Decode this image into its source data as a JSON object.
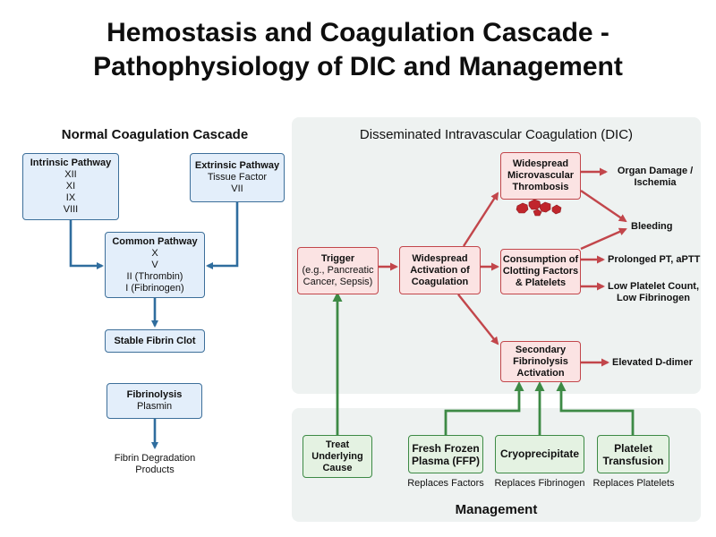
{
  "title_line1": "Hemostasis and Coagulation Cascade -",
  "title_line2": "Pathophysiology of DIC and Management",
  "normal": {
    "title": "Normal Coagulation Cascade",
    "intrinsic": {
      "title": "Intrinsic Pathway",
      "items": [
        "XII",
        "XI",
        "IX",
        "VIII"
      ]
    },
    "extrinsic": {
      "title": "Extrinsic Pathway",
      "items": [
        "Tissue Factor",
        "VII"
      ]
    },
    "common": {
      "title": "Common Pathway",
      "items": [
        "X",
        "V",
        "II (Thrombin)",
        "I (Fibrinogen)"
      ]
    },
    "clot": "Stable Fibrin Clot",
    "fibrinolysis": {
      "title": "Fibrinolysis",
      "item": "Plasmin"
    },
    "products": [
      "Fibrin Degradation",
      "Products"
    ]
  },
  "dic": {
    "title": "Disseminated Intravascular Coagulation (DIC)",
    "trigger": [
      "Trigger",
      "(e.g., Pancreatic",
      "Cancer, Sepsis)"
    ],
    "activation": [
      "Widespread",
      "Activation of",
      "Coagulation"
    ],
    "thrombosis": [
      "Widespread",
      "Microvascular",
      "Thrombosis"
    ],
    "consumption": [
      "Consumption of",
      "Clotting Factors",
      "& Platelets"
    ],
    "fibrinolysis": [
      "Secondary",
      "Fibrinolysis",
      "Activation"
    ],
    "outcomes": {
      "organ": [
        "Organ Damage /",
        "Ischemia"
      ],
      "bleeding": "Bleeding",
      "pt": "Prolonged PT, aPTT",
      "platelets": [
        "Low Platelet Count,",
        "Low Fibrinogen"
      ],
      "ddimer": "Elevated D-dimer"
    }
  },
  "management": {
    "title": "Management",
    "treat": [
      "Treat",
      "Underlying",
      "Cause"
    ],
    "ffp": [
      "Fresh Frozen",
      "Plasma (FFP)"
    ],
    "cryo": "Cryoprecipitate",
    "platelet": [
      "Platelet",
      "Transfusion"
    ],
    "ffp_note": "Replaces Factors",
    "cryo_note": "Replaces Fibrinogen",
    "platelet_note": "Replaces Platelets"
  },
  "colors": {
    "blue": "#2f6d9e",
    "red": "#c2464b",
    "green": "#3d8a45",
    "clot": "#c0262c"
  }
}
